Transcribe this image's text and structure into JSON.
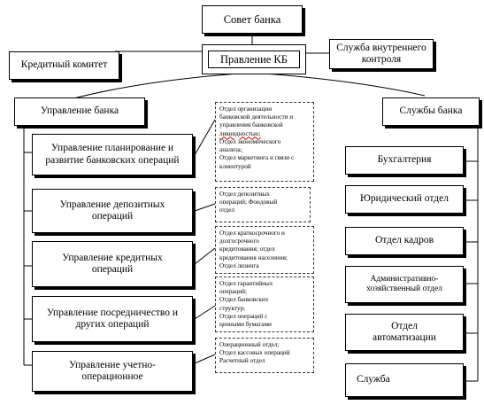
{
  "council": "Совет банка",
  "credit_committee": "Кредитный комитет",
  "board": "Правление КБ",
  "internal_service": "Служба внутреннего контроля",
  "bank_management": "Управление банка",
  "bank_services": "Службы банка",
  "departments": [
    "Управление планирование и развитие банковских операций",
    "Управление депозитных операций",
    "Управление кредитных операций",
    "Управление посредничество и других операций",
    "Управление учетно-операционное"
  ],
  "notes": [
    [
      "Отдел организации",
      "банковской деятельности и",
      "управления банковской",
      "ликвидностью;",
      "Отдел экономического",
      "анализа;",
      "Отдел маркетинга и связи с",
      "клиентурой"
    ],
    [
      "Отдел депозитных",
      "операций; Фондовый",
      "отдел"
    ],
    [
      "Отдел краткосрочного и",
      "долгосрочного",
      "кредитования; отдел",
      "кредитования населения;",
      "Отдел лизинга"
    ],
    [
      "Отдел гарантийных",
      "операций;",
      "Отдел банковских",
      "структур;",
      "Отдел операций с",
      "ценными бумагами"
    ],
    [
      "Операционный отдел;",
      "Отдел кассовых операций",
      "Расчетный отдел"
    ]
  ],
  "services": [
    "Бухгалтерия",
    "Юридический отдел",
    "Отдел кадров",
    "Административно-хозяйственный отдел",
    "Отдел автоматизации",
    "Служба"
  ]
}
